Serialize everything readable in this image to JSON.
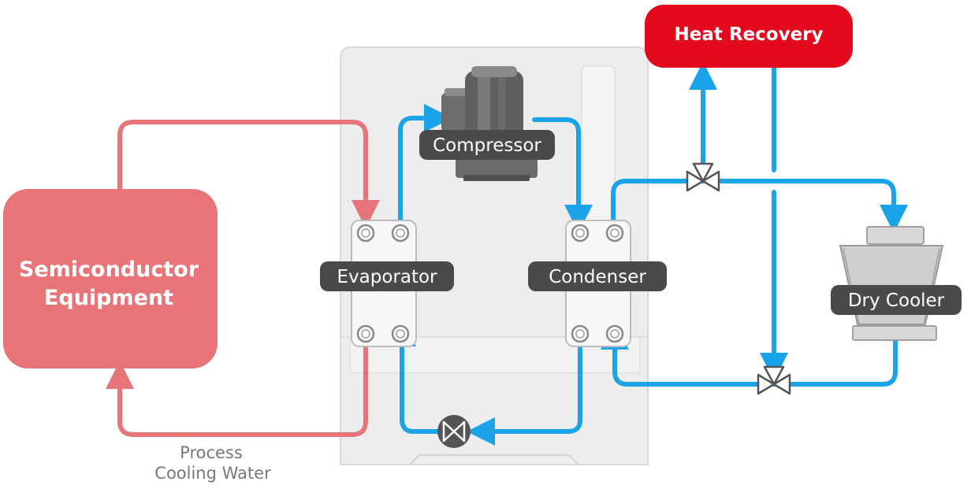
{
  "labels": {
    "semiconductor_line1": "Semiconductor",
    "semiconductor_line2": "Equipment",
    "evaporator": "Evaporator",
    "compressor": "Compressor",
    "condenser": "Condenser",
    "heat_recovery": "Heat Recovery",
    "dry_cooler": "Dry Cooler",
    "process_line1": "Process",
    "process_line2": "Cooling Water"
  },
  "colors": {
    "process_loop": "#e77479",
    "coolant_loop": "#1aa3e8",
    "heat_recovery": "#e30a1e",
    "label_bg": "#4a4a4a",
    "cabinet": "#ececec"
  }
}
